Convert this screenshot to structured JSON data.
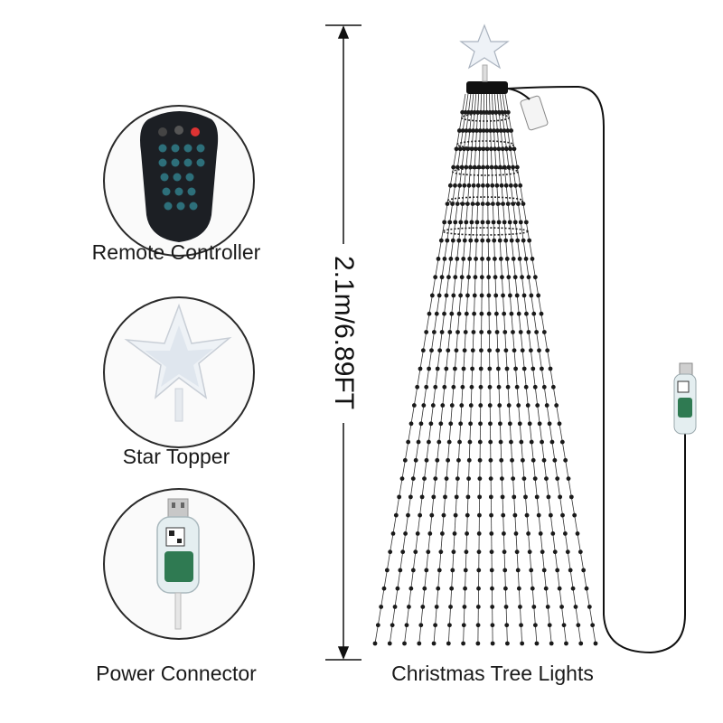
{
  "components": [
    {
      "label": "Remote Controller"
    },
    {
      "label": "Star Topper"
    },
    {
      "label": "Power Connector"
    }
  ],
  "dimension": "2.1m/6.89FT",
  "product_label": "Christmas Tree Lights",
  "colors": {
    "outline": "#2a2a2a",
    "wire": "#111111",
    "bead": "#1a1a1a"
  }
}
